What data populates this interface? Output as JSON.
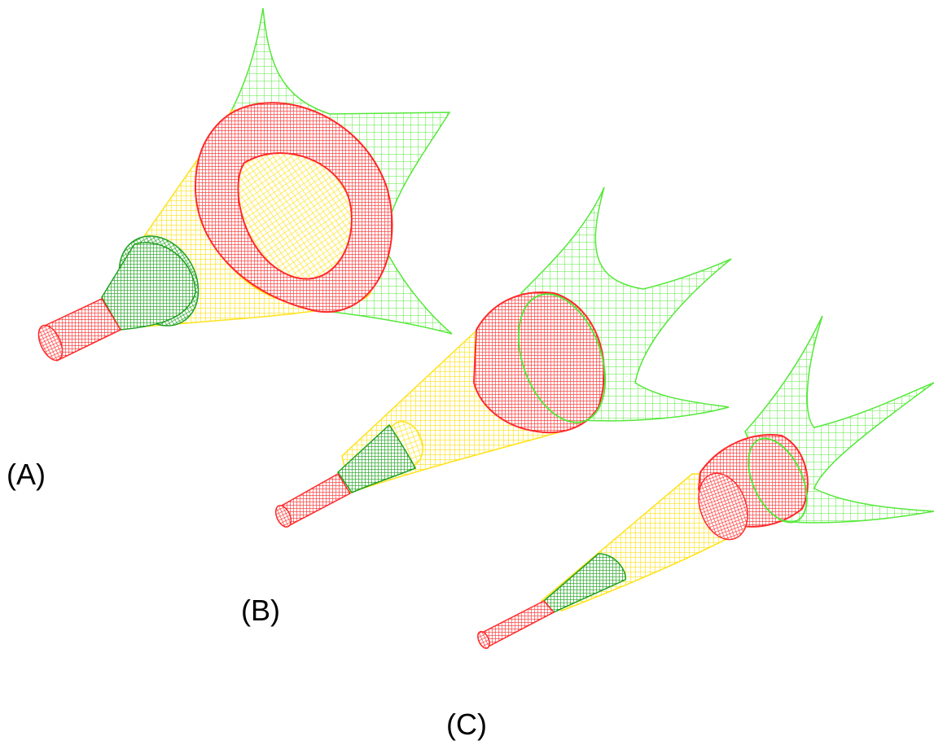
{
  "labels": {
    "a": "(A)",
    "b": "(B)",
    "c": "(C)"
  },
  "colors": {
    "background": "#ffffff",
    "stem_cylinder": "#ff2a2a",
    "inner_cone": "#1fa01f",
    "outer_cone": "#ffe21a",
    "ring_cylinder": "#ff2a2a",
    "flared_mesh": "#55e83a",
    "label_text": "#000000"
  }
}
